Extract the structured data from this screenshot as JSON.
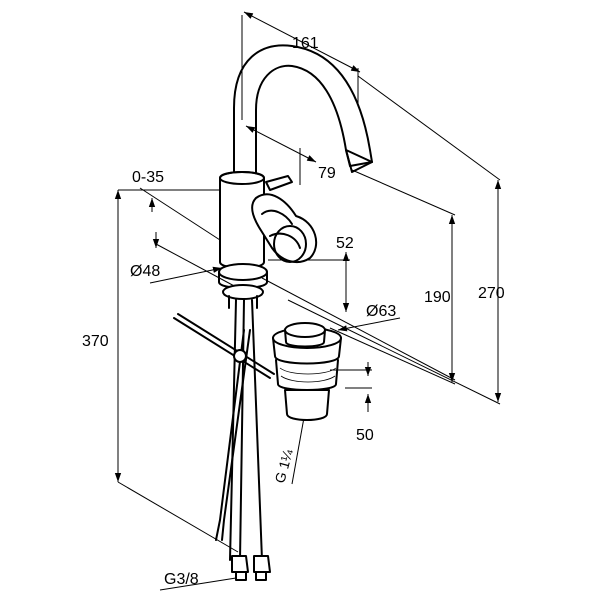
{
  "dimensions": {
    "top_width": "161",
    "spout_reach": "79",
    "lever_range": "0-35",
    "body_offset": "52",
    "base_diameter": "Ø48",
    "waste_diameter": "Ø63",
    "spout_height": "190",
    "total_height": "270",
    "hose_length": "370",
    "waste_height": "50",
    "waste_thread": "G 1¼",
    "hose_thread": "G3/8"
  }
}
